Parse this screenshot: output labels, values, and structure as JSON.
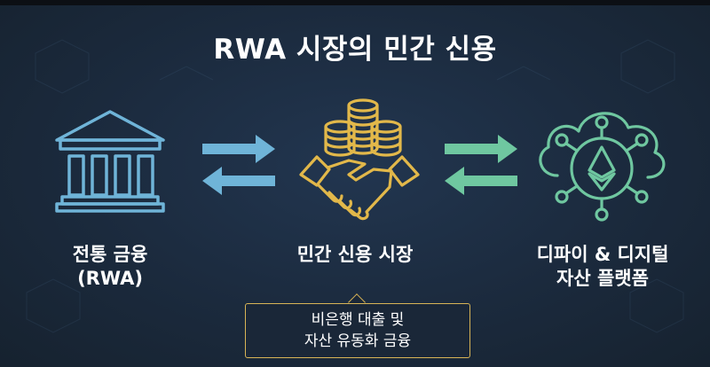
{
  "title": "RWA 시장의 민간 신용",
  "nodes": {
    "traditional": {
      "line1": "전통 금융",
      "line2": "(RWA)",
      "icon": "bank-icon"
    },
    "private_credit": {
      "line1": "민간 신용 시장",
      "icon": "handshake-coins-icon"
    },
    "defi": {
      "line1": "디파이 & 디지털",
      "line2": "자산 플랫폼",
      "icon": "cloud-ethereum-icon"
    }
  },
  "callout": {
    "line1": "비은행 대출 및",
    "line2": "자산 유동화 금융"
  },
  "colors": {
    "background": "#1b2a3d",
    "blue_accent": "#6fb4d8",
    "gold_accent": "#e2b84a",
    "green_accent": "#6fc7a0"
  }
}
